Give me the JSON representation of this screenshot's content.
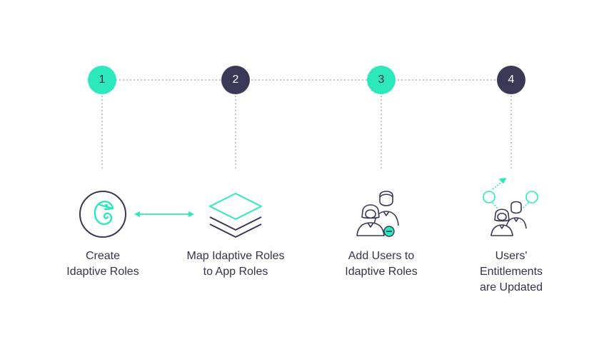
{
  "colors": {
    "teal": "#2ee8bd",
    "navy": "#3a3857",
    "line": "#9a9aa6",
    "text": "#35334d"
  },
  "steps": [
    {
      "number": "1",
      "color": "teal",
      "icon": "chameleon-icon",
      "label": [
        "Create",
        "Idaptive Roles"
      ]
    },
    {
      "number": "2",
      "color": "navy",
      "icon": "layers-icon",
      "label": [
        "Map Idaptive Roles",
        "to App Roles"
      ]
    },
    {
      "number": "3",
      "color": "teal",
      "icon": "add-users-icon",
      "label": [
        "Add Users to",
        "Idaptive Roles"
      ]
    },
    {
      "number": "4",
      "color": "navy",
      "icon": "entitlements-icon",
      "label": [
        "Users'",
        "Entitlements",
        "are Updated"
      ]
    }
  ]
}
